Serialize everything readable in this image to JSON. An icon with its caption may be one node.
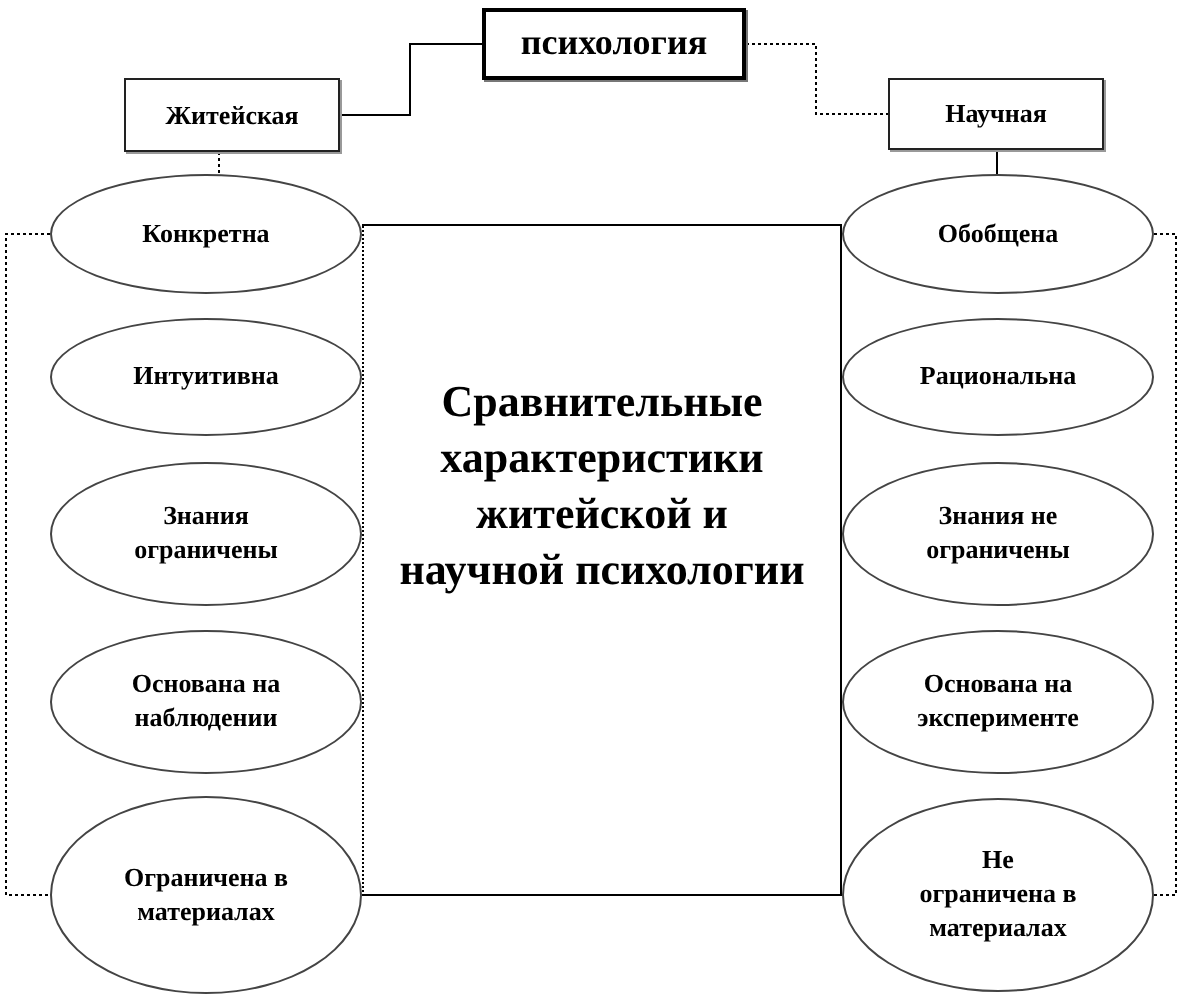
{
  "diagram": {
    "nodes": [
      {
        "text": [
          "психология"
        ]
      },
      {
        "text": [
          "Житейская"
        ]
      },
      {
        "text": [
          "Научная"
        ]
      },
      {
        "text": [
          "Конкретна"
        ]
      },
      {
        "text": [
          "Интуитивна"
        ]
      },
      {
        "text": [
          "Знания ограничены"
        ]
      },
      {
        "text": [
          "Основана на наблюдении"
        ]
      },
      {
        "text": [
          "Ограничена в материалах"
        ]
      },
      {
        "text": [
          "Сравнительные характеристики житейской и научной психологии"
        ]
      },
      {
        "text": [
          "Обобщена"
        ]
      },
      {
        "text": [
          "Рациональна"
        ]
      },
      {
        "text": [
          "Знания не ограничены"
        ]
      },
      {
        "text": [
          "Основана на эксперименте"
        ]
      },
      {
        "text": [
          "Не ограничена в материалах"
        ]
      }
    ],
    "edges": [
      {
        "from": 0,
        "to": 1,
        "arrow": "none"
      },
      {
        "from": 0,
        "to": 2,
        "arrow": "none",
        "style": "dashed"
      },
      {
        "from": 1,
        "to": 3,
        "arrow": "none",
        "style": "dashed"
      },
      {
        "from": 2,
        "to": 9,
        "arrow": "none"
      },
      {
        "from": 3,
        "to": 7,
        "arrow": "none",
        "style": "dashed"
      },
      {
        "from": 9,
        "to": 13,
        "arrow": "none",
        "style": "dashed"
      }
    ]
  }
}
